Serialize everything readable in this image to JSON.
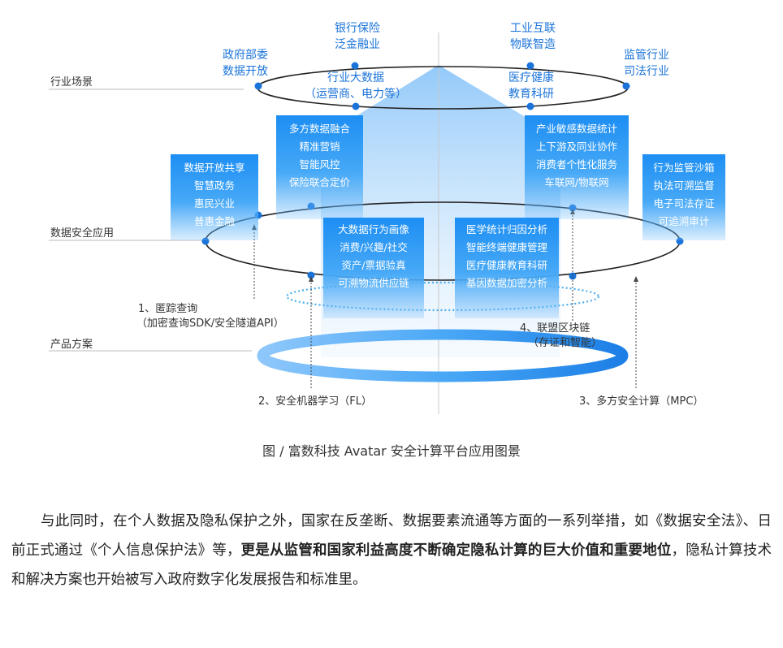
{
  "layers": {
    "industry": "行业场景",
    "data_security": "数据安全应用",
    "product": "产品方案"
  },
  "industry_scenarios": {
    "gov": [
      "政府部委",
      "数据开放"
    ],
    "bank": [
      "银行保险",
      "泛金融业"
    ],
    "industry_iot": [
      "工业互联",
      "物联智造"
    ],
    "regulation": [
      "监管行业",
      "司法行业"
    ],
    "bigdata": [
      "行业大数据",
      "（运营商、电力等）"
    ],
    "medical": [
      "医疗健康",
      "教育科研"
    ]
  },
  "boxes": {
    "finance": [
      "多方数据融合",
      "精准营销",
      "智能风控",
      "保险联合定价"
    ],
    "industry": [
      "产业敏感数据统计",
      "上下游及同业协作",
      "消费者个性化服务",
      "车联网/物联网"
    ],
    "gov": [
      "数据开放共享",
      "智慧政务",
      "惠民兴业",
      "普惠金融"
    ],
    "regulation": [
      "行为监管沙箱",
      "执法可溯监督",
      "电子司法存证",
      "可追溯审计"
    ],
    "consumer": [
      "大数据行为画像",
      "消费/兴趣/社交",
      "资产/票据验真",
      "可溯物流供应链"
    ],
    "medical": [
      "医学统计归因分析",
      "智能终端健康管理",
      "医疗健康教育科研",
      "基因数据加密分析"
    ]
  },
  "products": {
    "p1": [
      "1、匿踪查询",
      "（加密查询SDK/安全隧道API）"
    ],
    "p2": "2、安全机器学习（FL）",
    "p3": "3、多方安全计算（MPC）",
    "p4": [
      "4、联盟区块链",
      "（存证和智能）"
    ]
  },
  "caption": "图 / 富数科技 Avatar 安全计算平台应用图景",
  "article": {
    "part1": "与此同时，在个人数据及隐私保护之外，国家在反垄断、数据要素流通等方面的一系列举措，如《数据安全法》、日前正式通过《个人信息保护法》等，",
    "bold": "更是从监管和国家利益高度不断确定隐私计算的巨大价值和重要地位",
    "part2": "，隐私计算技术和解决方案也开始被写入政府数字化发展报告和标准里。"
  },
  "colors": {
    "accent": "#1a73d9",
    "box": "#2b93f4",
    "ellipse": "#222222"
  }
}
